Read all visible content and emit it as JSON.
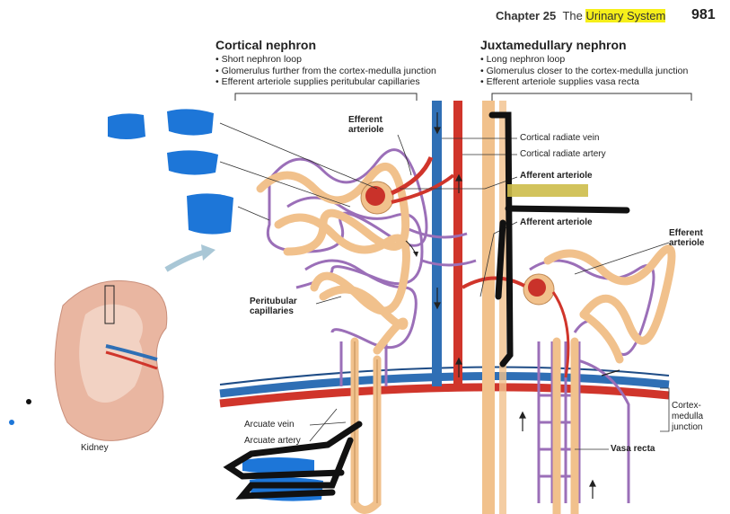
{
  "header": {
    "chapter": "Chapter 25",
    "the": "The",
    "highlight": "Urinary System",
    "page": "981"
  },
  "cortical": {
    "title": "Cortical nephron",
    "bullets": [
      "Short nephron loop",
      "Glomerulus further from the cortex-medulla junction",
      "Efferent arteriole supplies peritubular capillaries"
    ]
  },
  "juxta": {
    "title": "Juxtamedullary nephron",
    "bullets": [
      "Long nephron loop",
      "Glomerulus closer to the cortex-medulla junction",
      "Efferent arteriole supplies vasa recta"
    ]
  },
  "labels": {
    "efferent_arteriole_1": "Efferent arteriole",
    "cortical_radiate_vein": "Cortical radiate vein",
    "cortical_radiate_artery": "Cortical radiate artery",
    "afferent_arteriole_1": "Afferent arteriole",
    "afferent_arteriole_2": "Afferent arteriole",
    "efferent_arteriole_2": "Efferent arteriole",
    "peritubular_capillaries": "Peritubular capillaries",
    "cortex_medulla_junction": "Cortex-medulla junction",
    "vasa_recta": "Vasa recta",
    "arcuate_vein": "Arcuate vein",
    "arcuate_artery": "Arcuate artery",
    "kidney": "Kidney"
  },
  "colors": {
    "vein": "#2f6fb5",
    "artery": "#d0352b",
    "tubule": "#f1c18c",
    "capillary": "#9b6fb8",
    "highlight": "#f6ef1a",
    "redaction_blue": "#1d76d8",
    "redaction_black": "#111111"
  }
}
